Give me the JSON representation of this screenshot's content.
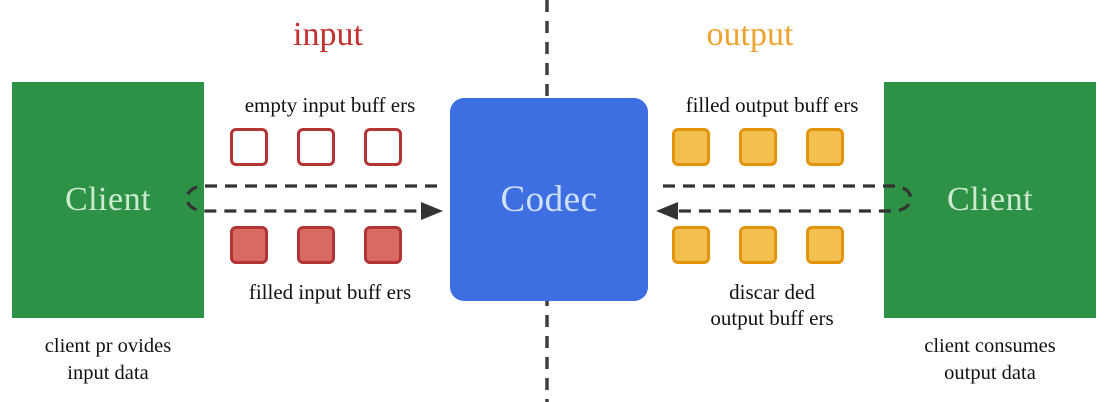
{
  "diagram": {
    "section_labels": {
      "input": "input",
      "output": "output"
    },
    "codec": {
      "label": "Codec"
    },
    "left_client": {
      "label": "Client",
      "caption": [
        "client pr ovides",
        "input data"
      ]
    },
    "right_client": {
      "label": "Client",
      "caption": [
        "client consumes",
        "output data"
      ]
    },
    "input_buffers": {
      "empty": {
        "label": "empty input buff ers",
        "count": 3
      },
      "filled": {
        "label": "filled input buff ers",
        "count": 3
      }
    },
    "output_buffers": {
      "filled": {
        "label": "filled output buff ers",
        "count": 3
      },
      "discarded": {
        "label": [
          "discar ded",
          "output buff ers"
        ],
        "count": 3
      }
    },
    "flows": {
      "input_arrow": "client-to-codec",
      "output_arrow": "client-to-codec"
    }
  },
  "colors": {
    "client_green": "#2e9246",
    "client_text": "#cdead2",
    "codec_blue": "#3d6fe2",
    "codec_text": "#cfe0f8",
    "input_red": "#c52f2f",
    "buffer_red_border": "#b23434",
    "buffer_red_fill": "#d96a62",
    "output_orange": "#f0a22e",
    "buffer_orange_border": "#e3940f",
    "buffer_orange_fill": "#f3c04f",
    "arrow_dark": "#333333",
    "divider_gray": "#3f3f3f",
    "text_black": "#111111"
  }
}
